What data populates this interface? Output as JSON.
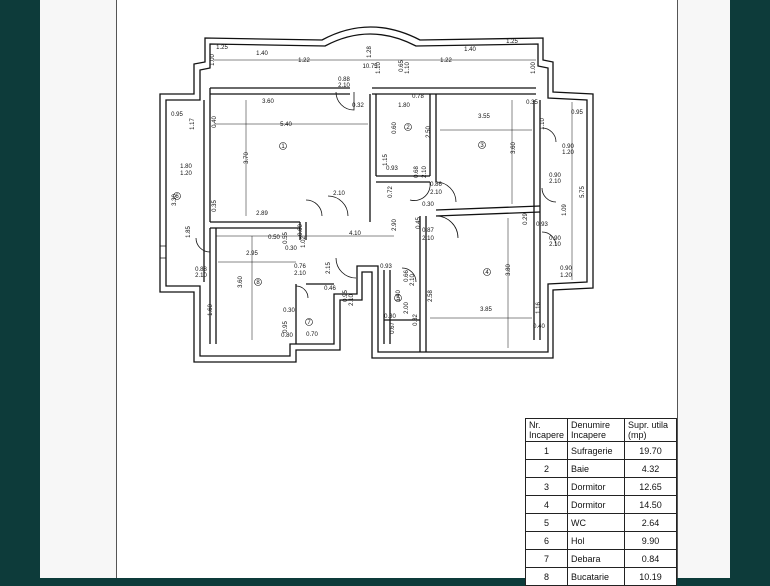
{
  "plan": {
    "dimensions": [
      "1.25",
      "1.40",
      "1.22",
      "1.28",
      "1.10",
      "0.65",
      "1.10",
      "1.22",
      "1.40",
      "1.25",
      "10.75",
      "1.00",
      "1.00",
      "0.88",
      "2.10",
      "3.60",
      "5.40",
      "0.32",
      "1.80",
      "0.78",
      "3.55",
      "0.35",
      "0.95",
      "1.17",
      "0.95",
      "1.10",
      "0.40",
      "0.60",
      "2.50",
      "3.60",
      "0.90",
      "1.20",
      "3.70",
      "1.15",
      "0.93",
      "0.68",
      "2.10",
      "5.75",
      "1.80",
      "1.20",
      "3.30",
      "0.86",
      "2.10",
      "0.90",
      "2.10",
      "1.09",
      "0.35",
      "2.89",
      "0.60",
      "2.10",
      "0.72",
      "0.30",
      "0.45",
      "0.29",
      "0.93",
      "1.85",
      "1.02",
      "4.10",
      "2.90",
      "0.87",
      "2.10",
      "0.90",
      "2.10",
      "0.55",
      "2.95",
      "0.30",
      "0.50",
      "0.88",
      "2.10",
      "0.76",
      "2.10",
      "2.15",
      "0.93",
      "0.66",
      "2.10",
      "3.80",
      "0.90",
      "1.20",
      "3.60",
      "0.46",
      "0.95",
      "2.10",
      "1.40",
      "2.00",
      "2.58",
      "1.60",
      "0.30",
      "0.95",
      "1.16",
      "0.30",
      "0.32",
      "0.67",
      "3.85",
      "0.40",
      "0.80",
      "0.70"
    ],
    "room_numbers": [
      "1",
      "2",
      "3",
      "4",
      "5",
      "6",
      "7",
      "8"
    ]
  },
  "legend": {
    "headers": {
      "nr": "Nr. Incapere",
      "name": "Denumire Incapere",
      "area": "Supr. utila (mp)"
    },
    "rows": [
      {
        "nr": "1",
        "name": "Sufragerie",
        "area": "19.70"
      },
      {
        "nr": "2",
        "name": "Baie",
        "area": "4.32"
      },
      {
        "nr": "3",
        "name": "Dormitor",
        "area": "12.65"
      },
      {
        "nr": "4",
        "name": "Dormitor",
        "area": "14.50"
      },
      {
        "nr": "5",
        "name": "WC",
        "area": "2.64"
      },
      {
        "nr": "6",
        "name": "Hol",
        "area": "9.90"
      },
      {
        "nr": "7",
        "name": "Debara",
        "area": "0.84"
      },
      {
        "nr": "8",
        "name": "Bucatarie",
        "area": "10.19"
      }
    ]
  }
}
